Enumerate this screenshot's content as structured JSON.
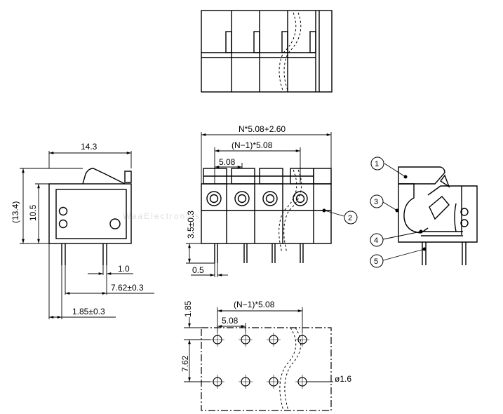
{
  "watermark": "WaaElectronics",
  "dims": {
    "pitch_formula_total": "N*5.08+2.60",
    "pitch_formula": "(N−1)*5.08",
    "pitch_formula_bottom": "(N−1)*5.08",
    "pitch": "5.08",
    "pitch_bottom": "5.08",
    "width": "14.3",
    "height_total": "(13.4)",
    "height_body": "10.5",
    "pin_height": "3.5±0.3",
    "pin_width": "0.5",
    "pin_thickness": "1.0",
    "pin_row_spacing": "7.62±0.3",
    "pin_offset": "1.85±0.3",
    "hole_row_spacing": "7.62",
    "edge_offset": "1.85",
    "hole_diameter": "ø1.6"
  },
  "callouts": [
    "1",
    "2",
    "3",
    "4",
    "5"
  ]
}
